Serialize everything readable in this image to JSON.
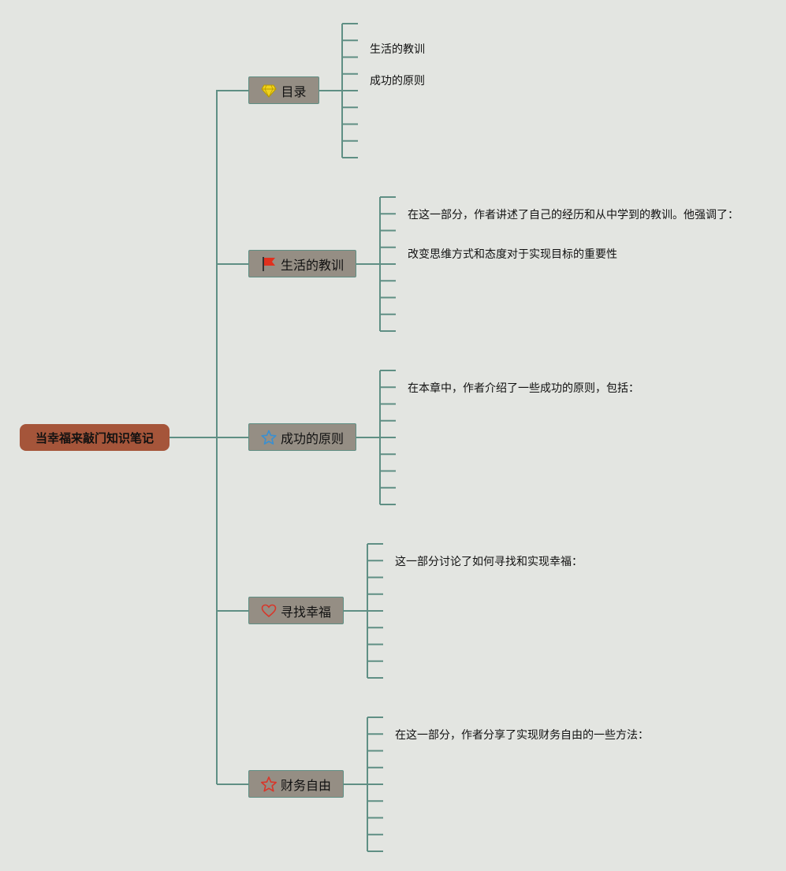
{
  "root": {
    "label": "当幸福来敲门知识笔记"
  },
  "branches": [
    {
      "label": "目录",
      "icon": "diamond-icon",
      "items": [
        "生活的教训",
        "成功的原则"
      ]
    },
    {
      "label": "生活的教训",
      "icon": "flag-icon",
      "items": [
        "在这一部分，作者讲述了自己的经历和从中学到的教训。他强调了：",
        "改变思维方式和态度对于实现目标的重要性"
      ]
    },
    {
      "label": "成功的原则",
      "icon": "star-outline-icon",
      "items": [
        "在本章中，作者介绍了一些成功的原则，包括："
      ]
    },
    {
      "label": "寻找幸福",
      "icon": "heart-icon",
      "items": [
        "这一部分讨论了如何寻找和实现幸福："
      ]
    },
    {
      "label": "财务自由",
      "icon": "star-icon",
      "items": [
        "在这一部分，作者分享了实现财务自由的一些方法："
      ]
    }
  ],
  "colors": {
    "background": "#e3e5e1",
    "connector": "#5f8f84",
    "root_fill": "#a5553a",
    "branch_fill": "#958e84",
    "diamond": "#f0d21c",
    "flag": "#e0301e",
    "star_outline": "#3a8fd0",
    "heart": "#d8362a",
    "star": "#d8362a"
  }
}
